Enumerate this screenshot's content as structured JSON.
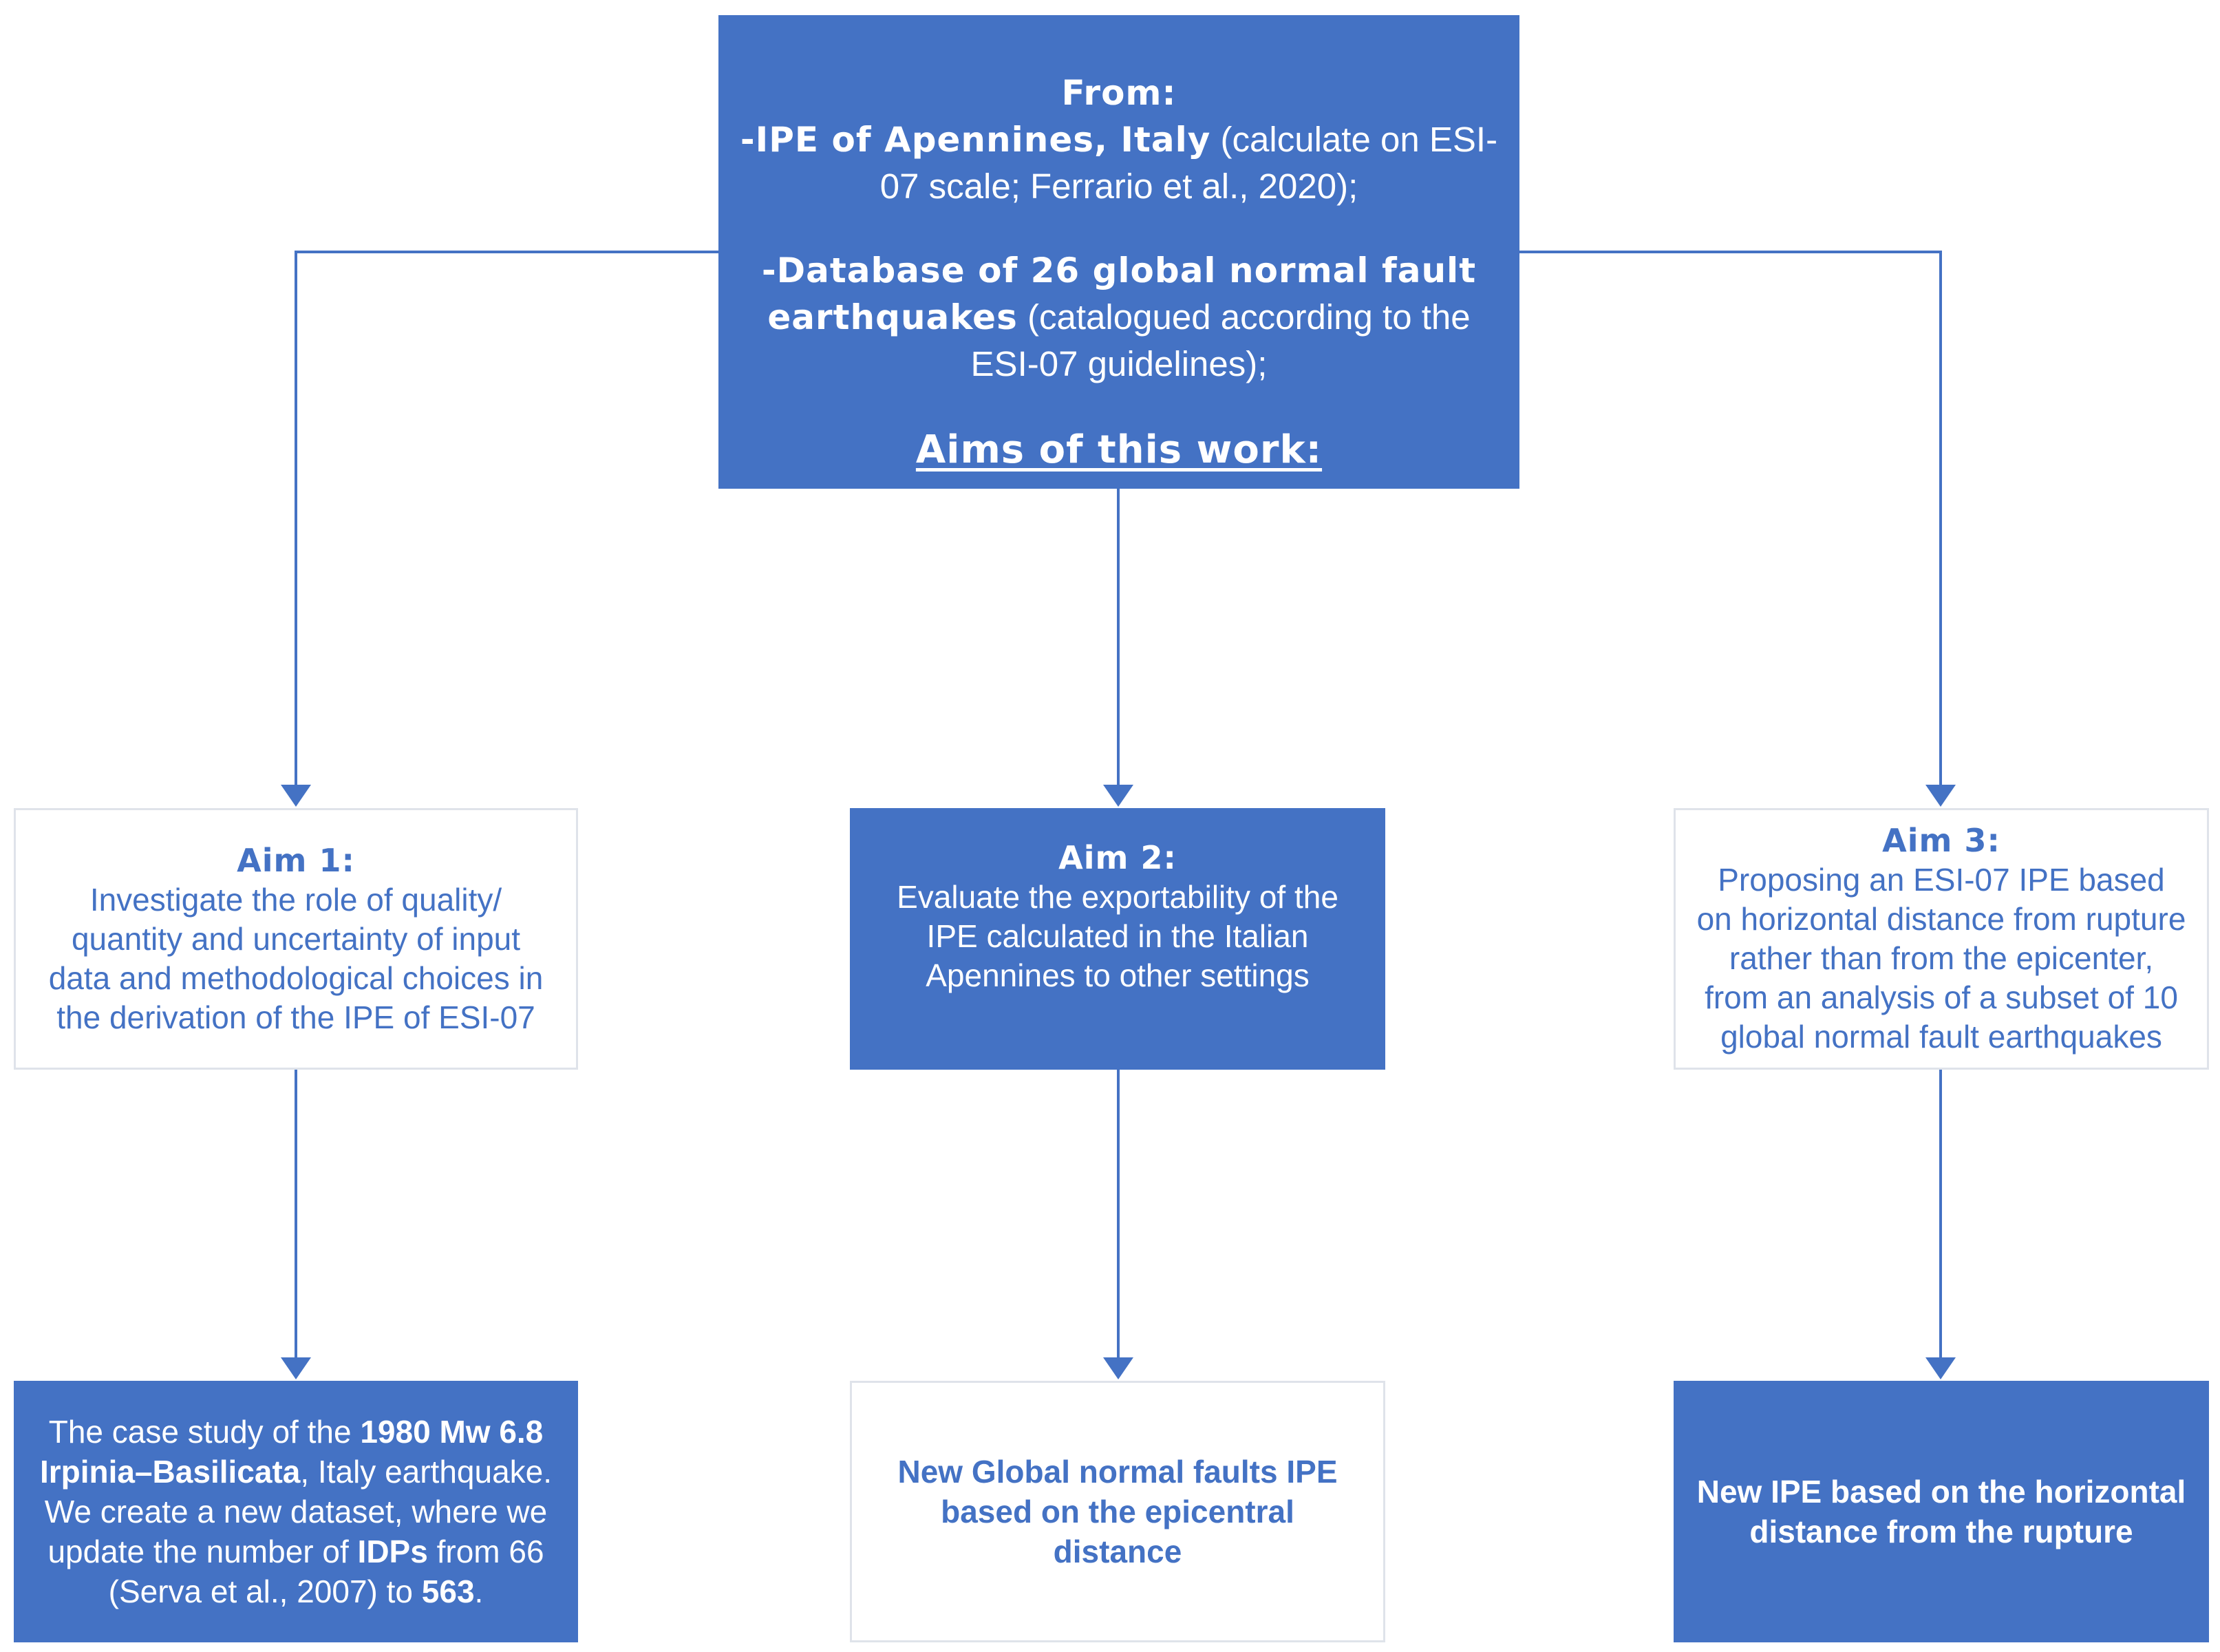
{
  "colors": {
    "box_fill": "#4472c4",
    "box_text_on_fill": "#ffffff",
    "outline_text": "#4472c4",
    "outline_border": "#dfe3ea",
    "connector": "#4472c4"
  },
  "source": {
    "from_label": "From:",
    "item1_bold": "-IPE of Apennines, Italy",
    "item1_rest_a": " (calculate on ESI-",
    "item1_rest_b": "07 scale; Ferrario et al., 2020);",
    "item2_bold_a": "-Database of 26 global normal fault",
    "item2_bold_b": "earthquakes",
    "item2_rest_a": " (catalogued according to the",
    "item2_rest_b": "ESI-07 guidelines);",
    "aims_heading": "Aims of this work:"
  },
  "aims": [
    {
      "title": "Aim 1:",
      "lines": [
        "Investigate the role of quality/",
        "quantity and uncertainty of input",
        "data and methodological choices in",
        "the derivation of the IPE of ESI-07"
      ]
    },
    {
      "title": "Aim 2:",
      "lines": [
        "Evaluate the exportability of the",
        "IPE calculated in the Italian",
        "Apennines to other settings"
      ]
    },
    {
      "title": "Aim 3:",
      "lines": [
        "Proposing an ESI-07 IPE based",
        "on horizontal distance from rupture",
        "rather than from the epicenter,",
        "from an analysis of a subset of 10",
        "global normal fault earthquakes"
      ]
    }
  ],
  "outcomes": {
    "case_study": {
      "l1_a": "The case study of the ",
      "l1_b": "1980 Mw 6.8",
      "l2_a": "Irpinia–Basilicata",
      "l2_b": ", Italy earthquake.",
      "l3": "We create a new dataset, where we",
      "l4_a": "update the number of ",
      "l4_b": "IDPs",
      "l4_c": " from 66",
      "l5_a": "(Serva et al., 2007) to ",
      "l5_b": "563",
      "l5_c": "."
    },
    "global_ipe": [
      "New Global normal faults IPE",
      "based on the epicentral",
      "distance"
    ],
    "rupture_ipe": [
      "New IPE based on the horizontal",
      "distance from the rupture"
    ]
  }
}
